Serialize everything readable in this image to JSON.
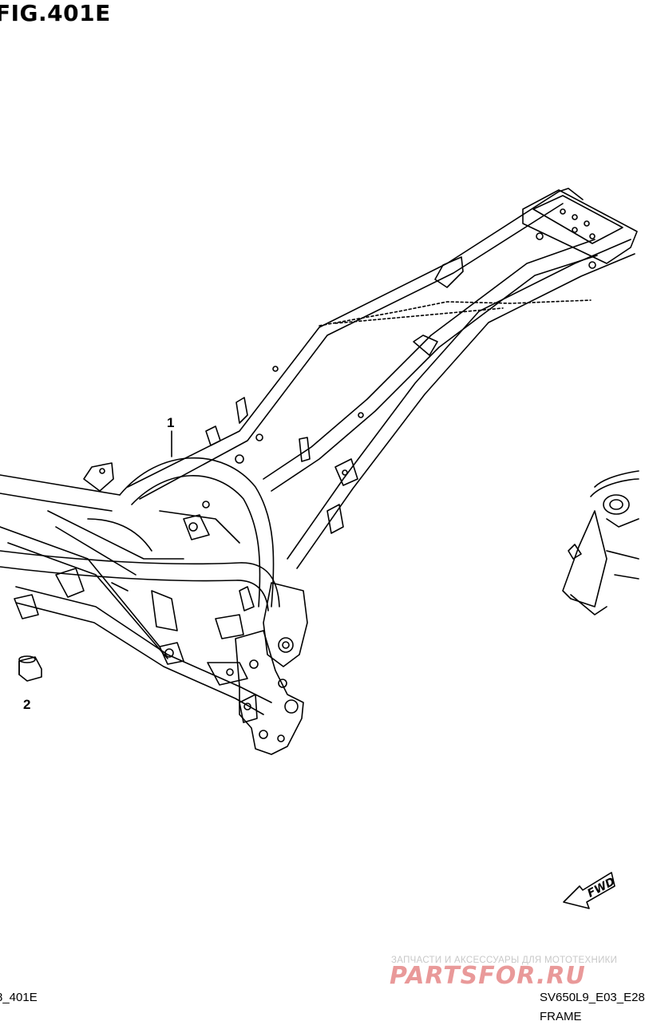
{
  "figure": {
    "title": "FIG.401E"
  },
  "callouts": [
    {
      "label": "1"
    },
    {
      "label": "2"
    }
  ],
  "badge": {
    "text": "FWD"
  },
  "watermark": {
    "tagline": "ЗАПЧАСТИ И АКСЕССУАРЫ ДЛЯ МОТОТЕХНИКИ",
    "logo": "PARTSFOR.RU",
    "color": "#d94a4a"
  },
  "footer": {
    "left_code": "8_401E",
    "right_code": "SV650L9_E03_E28",
    "caption": "FRAME"
  },
  "colors": {
    "line": "#000000",
    "background": "#ffffff"
  }
}
